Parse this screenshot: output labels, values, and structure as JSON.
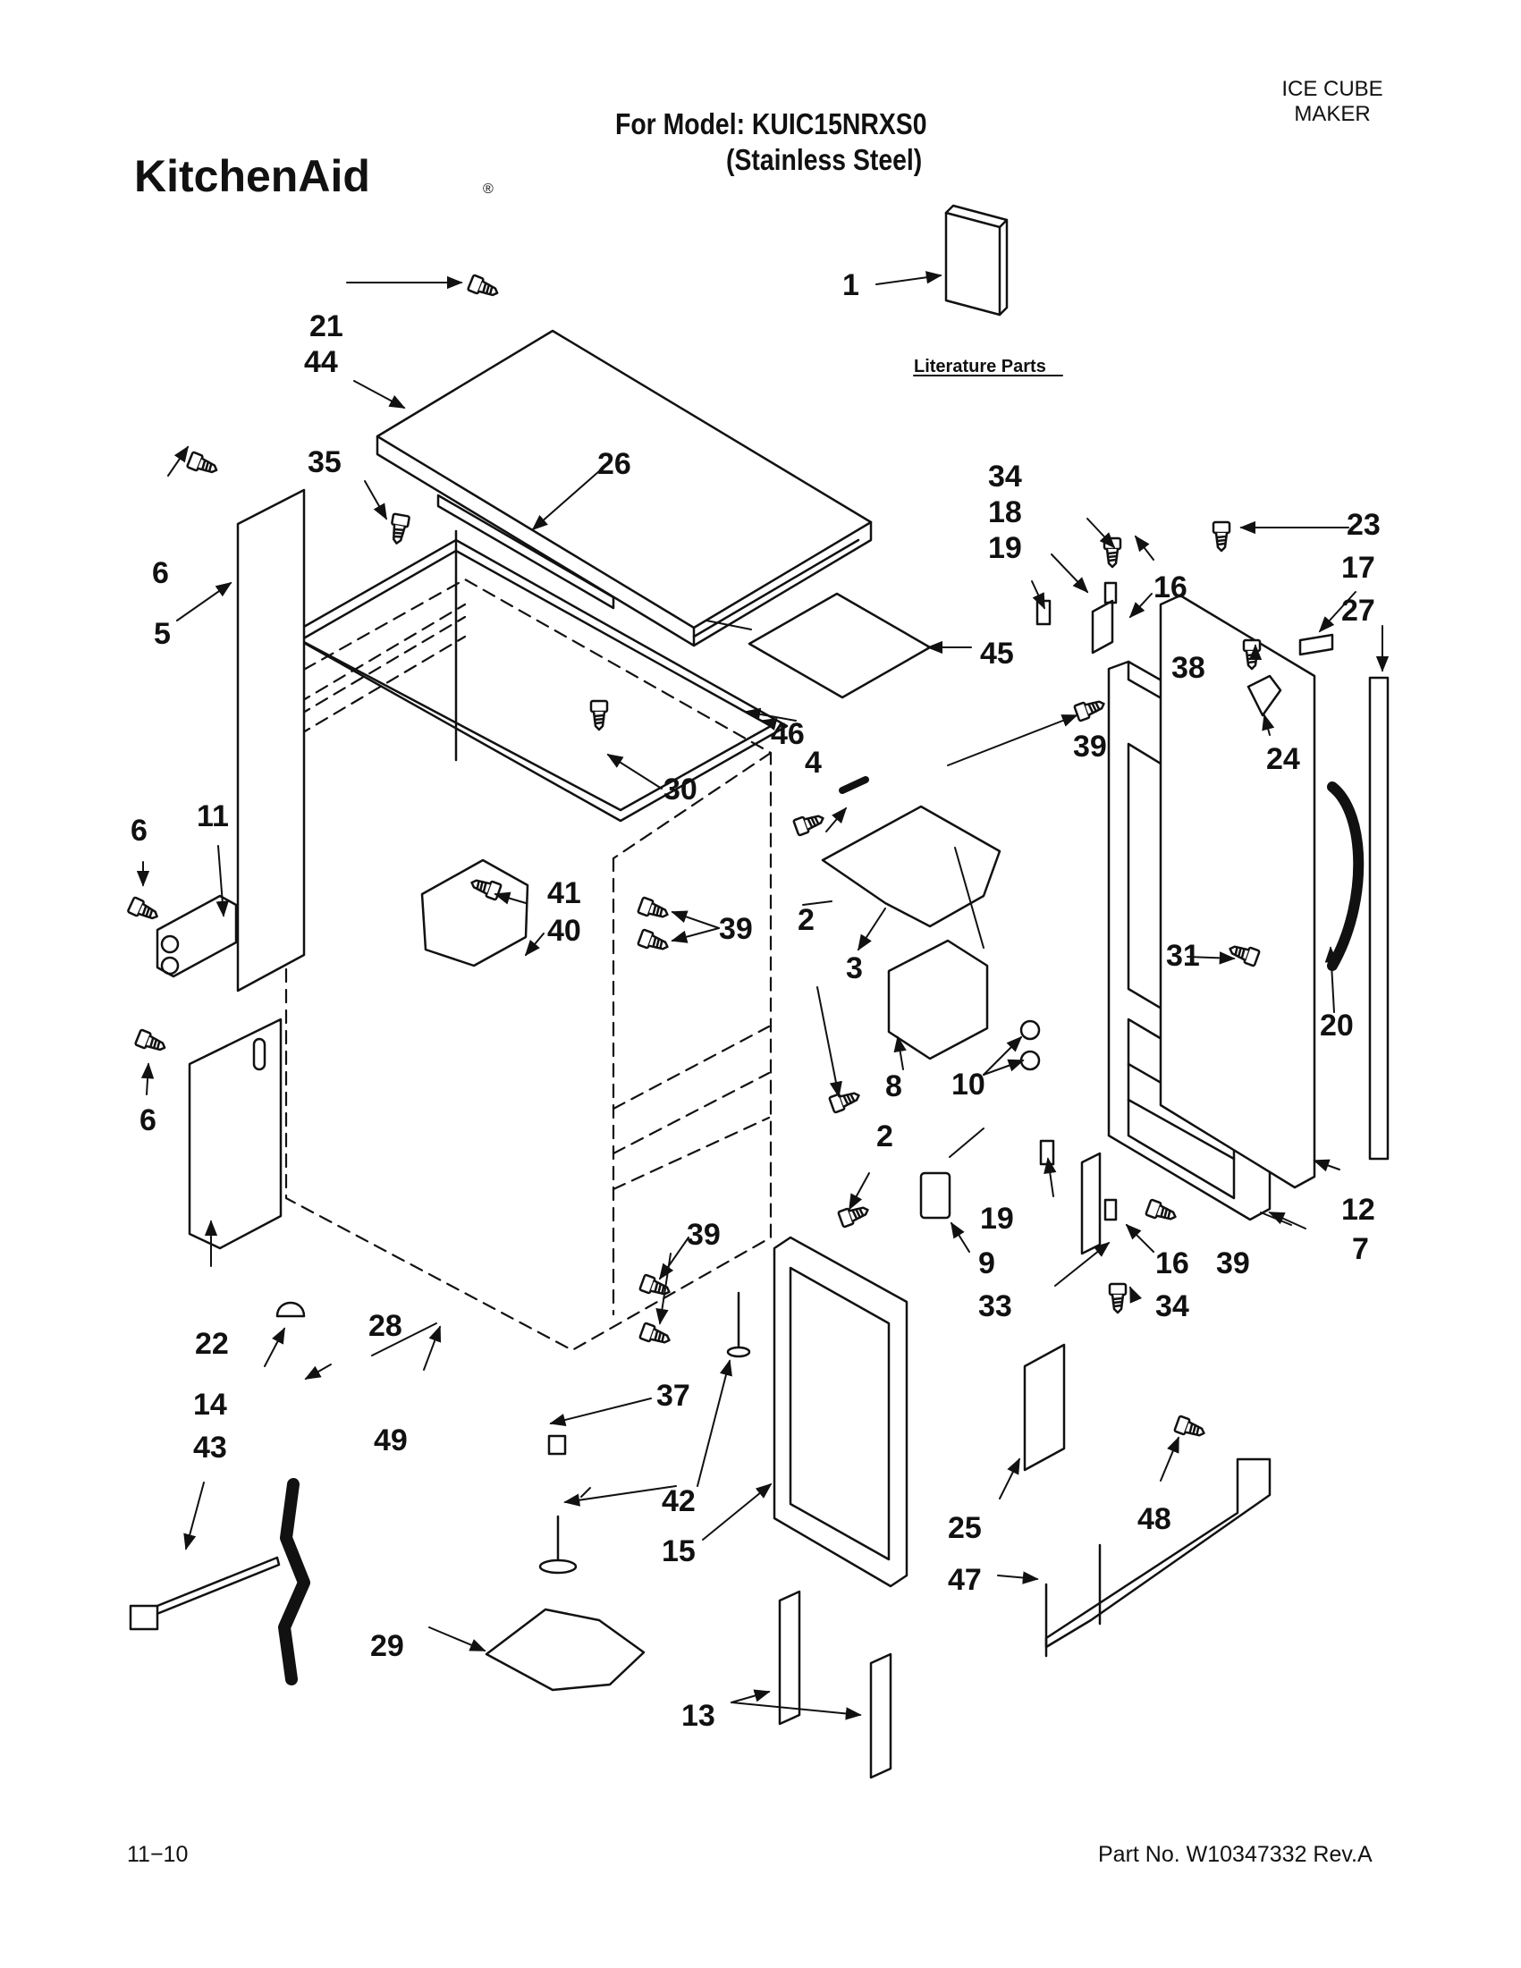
{
  "header": {
    "model_line": "For Model: KUIC15NRXS0",
    "model_sub": "(Stainless Steel)",
    "category_line1": "ICE CUBE",
    "category_line2": "MAKER",
    "brand": "KitchenAid",
    "brand_mark": "®"
  },
  "literature": {
    "label": "Literature Parts"
  },
  "footer": {
    "date": "11−10",
    "part_no": "Part No. W10347332 Rev.A"
  },
  "callouts": {
    "c1": "1",
    "c2a": "2",
    "c2b": "2",
    "c3": "3",
    "c4": "4",
    "c5": "5",
    "c6a": "6",
    "c6b": "6",
    "c6c": "6",
    "c7": "7",
    "c8": "8",
    "c9": "9",
    "c10": "10",
    "c11": "11",
    "c12": "12",
    "c13": "13",
    "c14": "14",
    "c15": "15",
    "c16a": "16",
    "c16b": "16",
    "c17": "17",
    "c18": "18",
    "c19a": "19",
    "c19b": "19",
    "c20": "20",
    "c21": "21",
    "c22": "22",
    "c23": "23",
    "c24": "24",
    "c25": "25",
    "c26": "26",
    "c27": "27",
    "c28": "28",
    "c29": "29",
    "c30": "30",
    "c31": "31",
    "c33": "33",
    "c34a": "34",
    "c34b": "34",
    "c35": "35",
    "c37": "37",
    "c38": "38",
    "c39a": "39",
    "c39b": "39",
    "c39c": "39",
    "c39d": "39",
    "c40": "40",
    "c41": "41",
    "c42": "42",
    "c43": "43",
    "c44": "44",
    "c45": "45",
    "c46": "46",
    "c47": "47",
    "c48": "48",
    "c49": "49"
  }
}
